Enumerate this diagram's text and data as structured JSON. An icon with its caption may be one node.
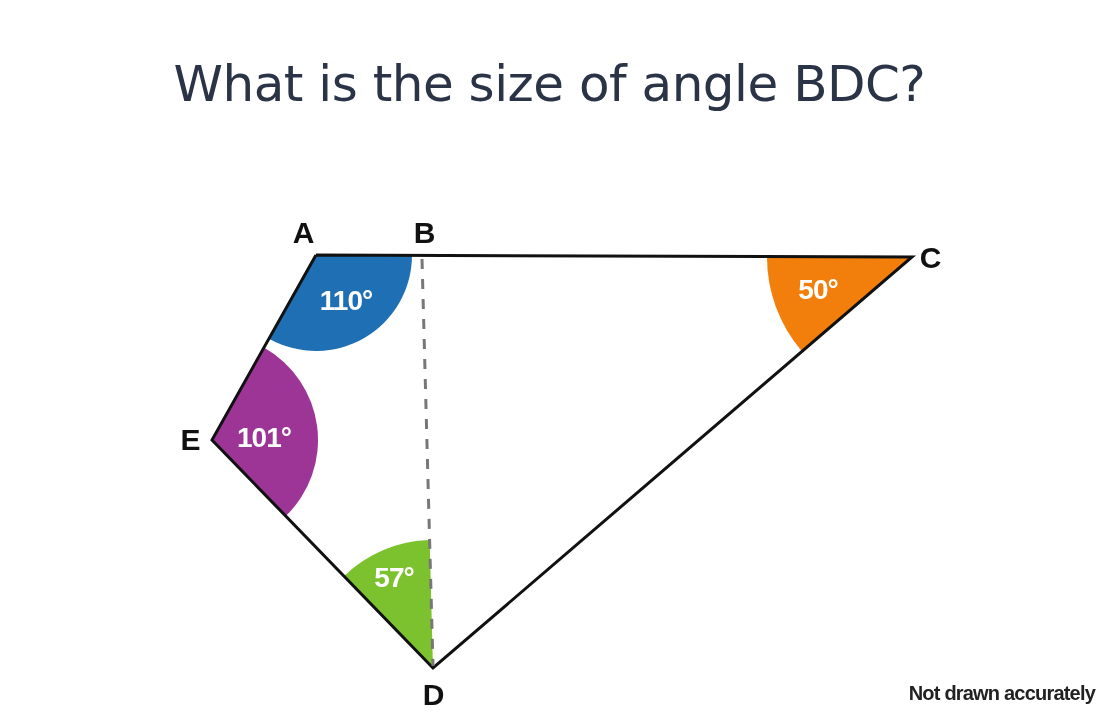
{
  "diagram": {
    "title": "What is the size of angle BDC?",
    "nodes": [
      {
        "text": [
          "110°"
        ]
      },
      {
        "text": [
          "50°"
        ]
      },
      {
        "text": [
          "101°"
        ]
      },
      {
        "text": [
          "57°"
        ]
      }
    ],
    "labels": [
      "A",
      "B",
      "C",
      "E",
      "D",
      "Not drawn accurately"
    ]
  }
}
